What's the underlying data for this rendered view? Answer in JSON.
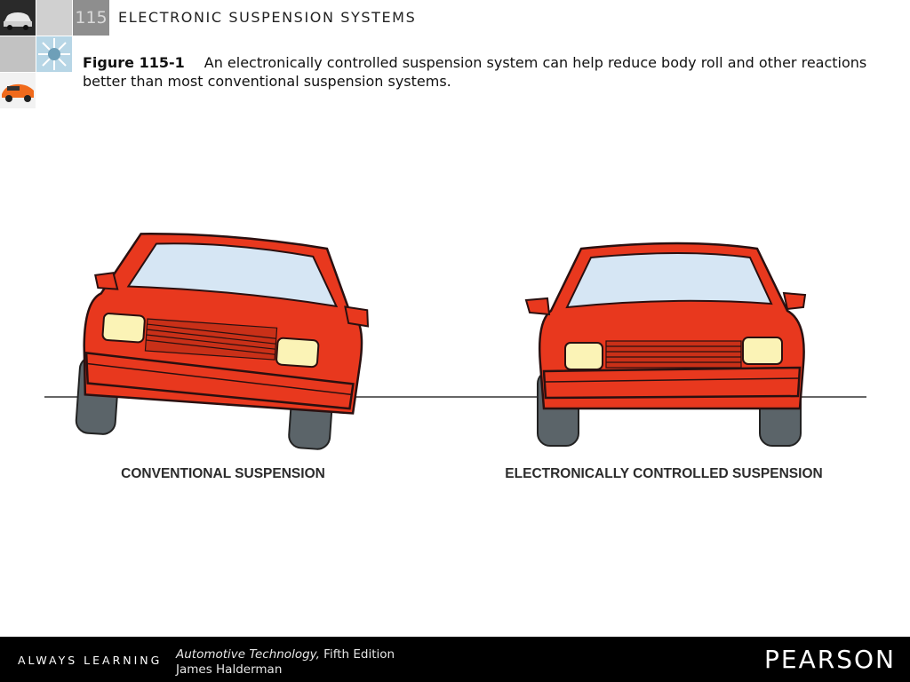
{
  "header": {
    "chapter_number": "115",
    "chapter_title": "ELECTRONIC SUSPENSION SYSTEMS"
  },
  "caption": {
    "figure_label": "Figure 115-1",
    "text": "An electronically controlled suspension system can help reduce body roll and other reactions better than most conventional suspension systems."
  },
  "illustration": {
    "left_label": "CONVENTIONAL SUSPENSION",
    "right_label": "ELECTRONICALLY CONTROLLED SUSPENSION",
    "car_color": "#e8381e",
    "windshield_color": "#d6e6f4",
    "headlight_color": "#fbf3b6"
  },
  "footer": {
    "slogan": "ALWAYS LEARNING",
    "book_title": "Automotive Technology,",
    "edition": "Fifth Edition",
    "author": "James Halderman",
    "publisher": "PEARSON"
  }
}
